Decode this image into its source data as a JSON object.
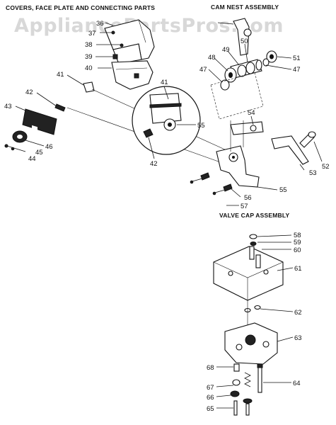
{
  "watermark": "AppliancePartsPros.com",
  "titles": {
    "covers": "COVERS, FACE PLATE AND CONNECTING PARTS",
    "cam_nest": "CAM NEST ASSEMBLY",
    "valve_cap": "VALVE CAP ASSEMBLY"
  },
  "part_numbers": {
    "p36": "36",
    "p37": "37",
    "p38": "38",
    "p39": "39",
    "p40": "40",
    "p41a": "41",
    "p41b": "41",
    "p42a": "42",
    "p42b": "42",
    "p43": "43",
    "p44": "44",
    "p45": "45",
    "p46": "46",
    "p47a": "47",
    "p47b": "47",
    "p48": "48",
    "p49": "49",
    "p50": "50",
    "p51": "51",
    "p52": "52",
    "p53": "53",
    "p54": "54",
    "p55a": "55",
    "p55b": "55",
    "p56": "56",
    "p57": "57",
    "p58": "58",
    "p59": "59",
    "p60": "60",
    "p61": "61",
    "p62": "62",
    "p63": "63",
    "p64": "64",
    "p65": "65",
    "p66": "66",
    "p67": "67",
    "p68": "68"
  }
}
